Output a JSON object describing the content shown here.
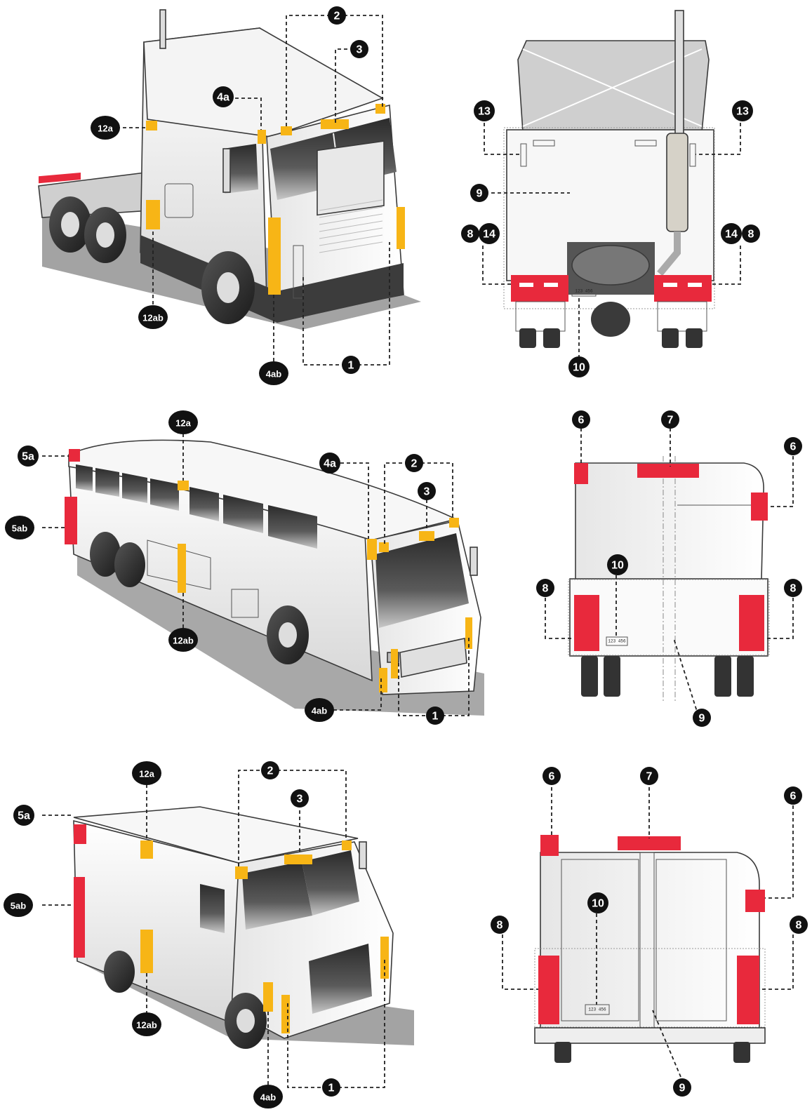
{
  "colors": {
    "yellow_marking": "#f7b516",
    "red_marking": "#e8293c",
    "badge": "#111111",
    "ground_shadow": "#9a9a9a",
    "window_glass": "#3d3d3d",
    "body_white": "#f4f4f4"
  },
  "views": {
    "truck_front": {
      "labels": [
        "2",
        "3",
        "4a",
        "12a",
        "12ab",
        "4ab",
        "1"
      ]
    },
    "truck_rear": {
      "labels": [
        "13",
        "13",
        "9",
        "8",
        "14",
        "14",
        "8",
        "10"
      ],
      "plate_text": "123 456"
    },
    "bus_front": {
      "labels": [
        "12a",
        "4a",
        "2",
        "3",
        "5a",
        "5ab",
        "12ab",
        "4ab",
        "1"
      ]
    },
    "bus_rear": {
      "labels": [
        "6",
        "7",
        "6",
        "10",
        "8",
        "8",
        "9"
      ],
      "plate_text": "123 456"
    },
    "van_front": {
      "labels": [
        "12a",
        "2",
        "3",
        "5a",
        "5ab",
        "12ab",
        "4ab",
        "1"
      ]
    },
    "van_rear": {
      "labels": [
        "6",
        "7",
        "6",
        "10",
        "8",
        "8",
        "9"
      ],
      "plate_text": "123 456"
    }
  }
}
